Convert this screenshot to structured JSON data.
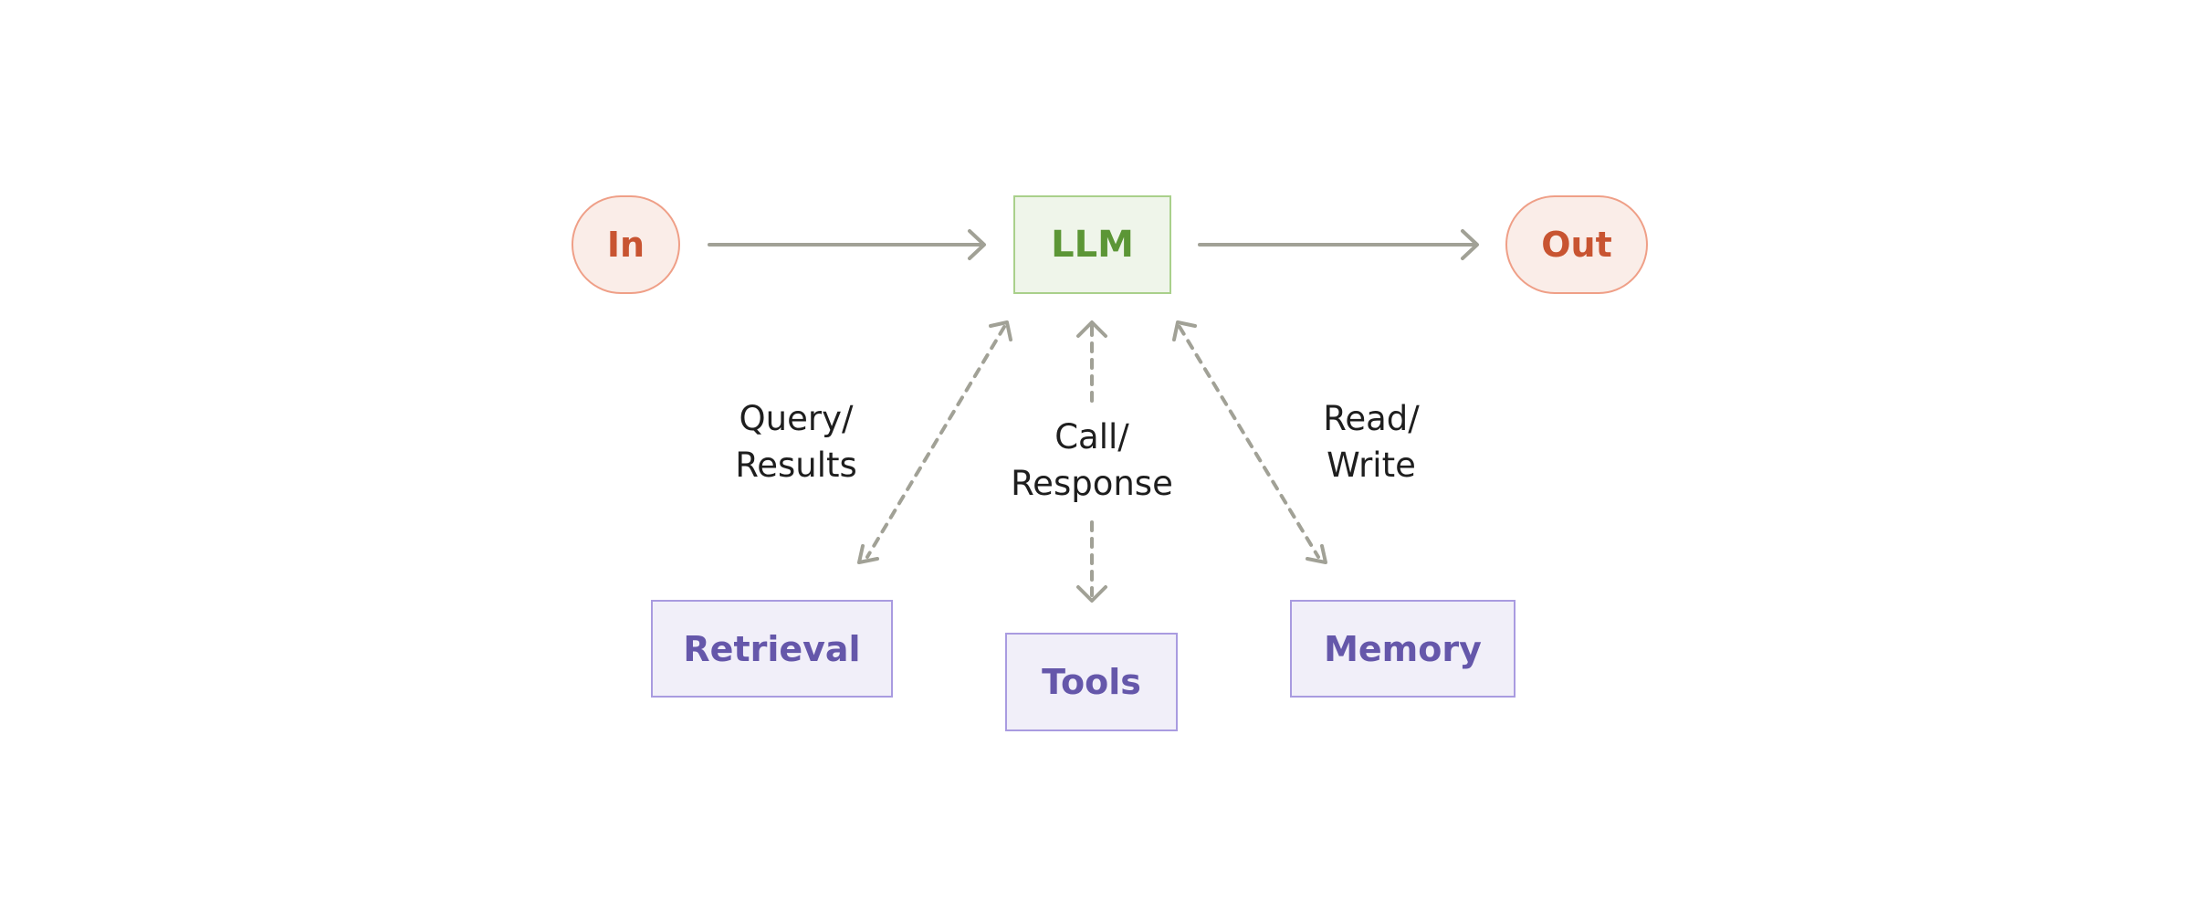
{
  "colors": {
    "arrow": "#a1a196",
    "io_border": "#ef9f87",
    "io_fill": "#faede8",
    "io_text": "#c85431",
    "llm_border": "#a9d08b",
    "llm_fill": "#eff5ea",
    "llm_text": "#5c9636",
    "tool_border": "#a99be0",
    "tool_fill": "#f1eff9",
    "tool_text": "#6557aa"
  },
  "nodes": {
    "input": "In",
    "llm": "LLM",
    "output": "Out",
    "retrieval": "Retrieval",
    "tools": "Tools",
    "memory": "Memory"
  },
  "edges": {
    "retrieval": {
      "line1": "Query/",
      "line2": "Results"
    },
    "tools": {
      "line1": "Call/",
      "line2": "Response"
    },
    "memory": {
      "line1": "Read/",
      "line2": "Write"
    }
  }
}
